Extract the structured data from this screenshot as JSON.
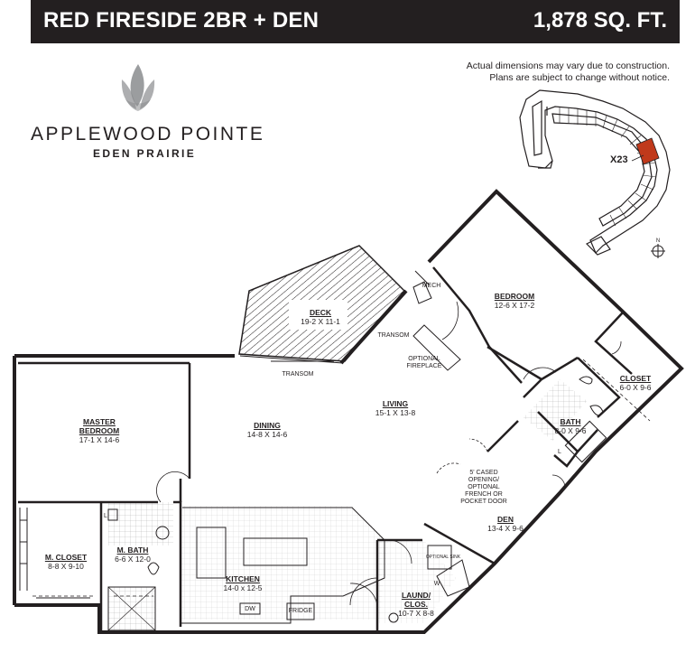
{
  "header": {
    "title": "RED FIRESIDE 2BR + DEN",
    "sqft": "1,878 SQ. FT."
  },
  "brand": {
    "name": "APPLEWOOD POINTE",
    "city": "EDEN PRAIRIE"
  },
  "disclaimer": {
    "line1": "Actual dimensions may vary due to construction.",
    "line2": "Plans are subject to change without notice."
  },
  "keyplan": {
    "unit": "X23",
    "highlight_color": "#c0391b",
    "north_icon": "north-arrow-icon"
  },
  "rooms": {
    "deck": {
      "name": "DECK",
      "dims": "19-2 X 11-1"
    },
    "bedroom": {
      "name": "BEDROOM",
      "dims": "12-6 X 17-2"
    },
    "master": {
      "name1": "MASTER",
      "name2": "BEDROOM",
      "dims": "17-1 X 14-6"
    },
    "dining": {
      "name": "DINING",
      "dims": "14-8 X 14-6"
    },
    "living": {
      "name": "LIVING",
      "dims": "15-1 X 13-8"
    },
    "closet": {
      "name": "CLOSET",
      "dims": "6-0 X 9-6"
    },
    "bath": {
      "name": "BATH",
      "dims": "8-0 X 9-6"
    },
    "den": {
      "name": "DEN",
      "dims": "13-4 X 9-6"
    },
    "mcloset": {
      "name": "M. CLOSET",
      "dims": "8-8 X 9-10"
    },
    "mbath": {
      "name": "M. BATH",
      "dims": "6-6 X 12-0"
    },
    "kitchen": {
      "name": "KITCHEN",
      "dims": "14-0 x 12-5"
    },
    "laundry": {
      "name1": "LAUND/",
      "name2": "CLOS.",
      "dims": "10-7 X 8-8"
    }
  },
  "notes": {
    "transom1": "TRANSOM",
    "transom2": "TRANSOM",
    "fireplace1": "OPTIONAL",
    "fireplace2": "FIREPLACE",
    "den_opening1": "5' CASED",
    "den_opening2": "OPENING/",
    "den_opening3": "OPTIONAL",
    "den_opening4": "FRENCH OR",
    "den_opening5": "POCKET DOOR",
    "mech": "MECH",
    "fridge": "FRIDGE",
    "dw": "DW",
    "w": "W",
    "l1": "L",
    "l2": "L",
    "optional_sink": "OPTIONAL SINK"
  }
}
